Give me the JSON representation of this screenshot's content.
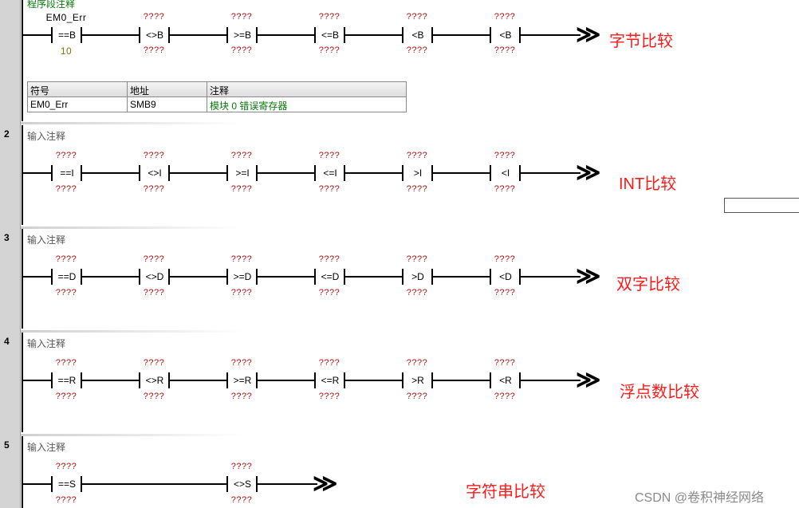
{
  "top_cut_text": "程序段注释",
  "network1": {
    "contacts": [
      {
        "op": "==B",
        "top": "EM0_Err",
        "bottom": "10"
      },
      {
        "op": "<>B",
        "top": "????",
        "bottom": "????"
      },
      {
        "op": ">=B",
        "top": "????",
        "bottom": "????"
      },
      {
        "op": "<=B",
        "top": "????",
        "bottom": "????"
      },
      {
        "op": "<B",
        "top": "????",
        "bottom": "????"
      },
      {
        "op": "<B",
        "top": "????",
        "bottom": "????"
      }
    ],
    "note": "字节比较",
    "symbol_table": {
      "headers": [
        "符号",
        "地址",
        "注释"
      ],
      "rows": [
        [
          "EM0_Err",
          "SMB9",
          "模块 0 错误寄存器"
        ]
      ]
    }
  },
  "network2": {
    "number": "2",
    "comment": "输入注释",
    "contacts": [
      {
        "op": "==I",
        "top": "????",
        "bottom": "????"
      },
      {
        "op": "<>I",
        "top": "????",
        "bottom": "????"
      },
      {
        "op": ">=I",
        "top": "????",
        "bottom": "????"
      },
      {
        "op": "<=I",
        "top": "????",
        "bottom": "????"
      },
      {
        "op": ">I",
        "top": "????",
        "bottom": "????"
      },
      {
        "op": "<I",
        "top": "????",
        "bottom": "????"
      }
    ],
    "note": "INT比较"
  },
  "network3": {
    "number": "3",
    "comment": "输入注释",
    "contacts": [
      {
        "op": "==D",
        "top": "????",
        "bottom": "????"
      },
      {
        "op": "<>D",
        "top": "????",
        "bottom": "????"
      },
      {
        "op": ">=D",
        "top": "????",
        "bottom": "????"
      },
      {
        "op": "<=D",
        "top": "????",
        "bottom": "????"
      },
      {
        "op": ">D",
        "top": "????",
        "bottom": "????"
      },
      {
        "op": "<D",
        "top": "????",
        "bottom": "????"
      }
    ],
    "note": "双字比较"
  },
  "network4": {
    "number": "4",
    "comment": "输入注释",
    "contacts": [
      {
        "op": "==R",
        "top": "????",
        "bottom": "????"
      },
      {
        "op": "<>R",
        "top": "????",
        "bottom": "????"
      },
      {
        "op": ">=R",
        "top": "????",
        "bottom": "????"
      },
      {
        "op": "<=R",
        "top": "????",
        "bottom": "????"
      },
      {
        "op": ">R",
        "top": "????",
        "bottom": "????"
      },
      {
        "op": "<R",
        "top": "????",
        "bottom": "????"
      }
    ],
    "note": "浮点数比较"
  },
  "network5": {
    "number": "5",
    "comment": "输入注释",
    "contacts": [
      {
        "op": "==S",
        "top": "????",
        "bottom": "????"
      },
      {
        "op": "<>S",
        "top": "????",
        "bottom": "????"
      }
    ],
    "note": "字符串比较"
  },
  "coil_arrow": "≫",
  "watermark": "CSDN @卷积神经网络",
  "colors": {
    "note": "#ff1a1a",
    "placeholder": "#b01010",
    "comment_green": "#0a7a0a"
  },
  "icons": [
    "coil-arrow-icon"
  ]
}
